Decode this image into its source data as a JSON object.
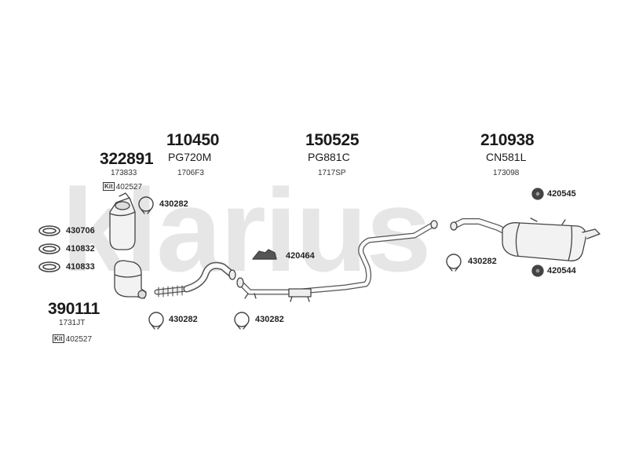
{
  "watermark": "klarius",
  "groups": {
    "g322891": {
      "code": "322891",
      "sub": "173833",
      "kit": "Kit",
      "kit_no": "402527"
    },
    "g110450": {
      "code": "110450",
      "name": "PG720M",
      "sub": "1706F3"
    },
    "g150525": {
      "code": "150525",
      "name": "PG881C",
      "sub": "1717SP"
    },
    "g210938": {
      "code": "210938",
      "name": "CN581L",
      "sub": "173098"
    },
    "g390111": {
      "code": "390111",
      "sub": "1731JT",
      "kit": "Kit",
      "kit_no": "402527"
    }
  },
  "parts": {
    "clamp_a": "430282",
    "gasket_1": "430706",
    "gasket_2": "410832",
    "gasket_3": "410833",
    "mount_mid": "420464",
    "clamp_b": "430282",
    "rubber_top": "420545",
    "rubber_bottom": "420544",
    "clamp_c": "430282",
    "clamp_d": "430282"
  }
}
